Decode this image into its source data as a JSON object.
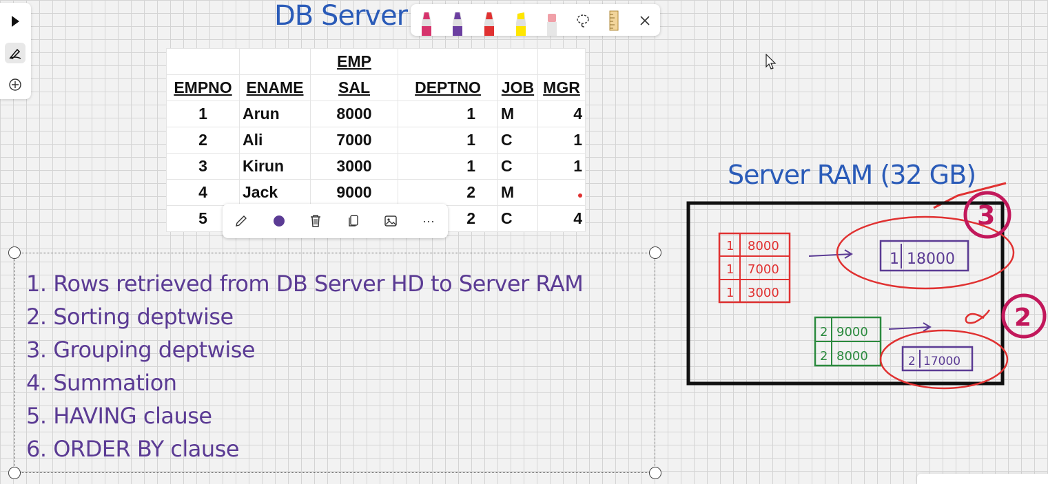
{
  "board": {
    "db_title": "DB Server",
    "ram_title": "Server RAM (32 GB)"
  },
  "toolbar": {
    "pens": [
      {
        "name": "pink-pen",
        "color": "#d6336c"
      },
      {
        "name": "purple-pen",
        "color": "#6b3fa0"
      },
      {
        "name": "red-pen",
        "color": "#e03131"
      },
      {
        "name": "highlighter",
        "color": "#ffe600"
      },
      {
        "name": "eraser",
        "color": "#f0a0a8"
      }
    ],
    "icons": [
      "lasso-icon",
      "ruler-icon",
      "close-icon"
    ]
  },
  "table": {
    "title": "EMP",
    "columns": [
      "EMPNO",
      "ENAME",
      "SAL",
      "DEPTNO",
      "JOB",
      "MGR"
    ],
    "rows": [
      [
        "1",
        "Arun",
        "8000",
        "1",
        "M",
        "4"
      ],
      [
        "2",
        "Ali",
        "7000",
        "1",
        "C",
        "1"
      ],
      [
        "3",
        "Kirun",
        "3000",
        "1",
        "C",
        "1"
      ],
      [
        "4",
        "Jack",
        "9000",
        "2",
        "M",
        ""
      ],
      [
        "5",
        "",
        "",
        "2",
        "C",
        "4"
      ]
    ]
  },
  "steps": [
    "1. Rows retrieved from DB Server HD to Server RAM",
    "2. Sorting deptwise",
    "3. Grouping deptwise",
    "4. Summation",
    "5. HAVING clause",
    "6. ORDER BY clause"
  ],
  "ram": {
    "group1": {
      "rows": [
        [
          "1",
          "8000"
        ],
        [
          "1",
          "7000"
        ],
        [
          "1",
          "3000"
        ]
      ],
      "result_dept": "1",
      "result_sum": "18000"
    },
    "group2": {
      "rows": [
        [
          "2",
          "9000"
        ],
        [
          "2",
          "8000"
        ]
      ],
      "result_dept": "2",
      "result_sum": "17000"
    },
    "marks": {
      "circle_top": "3",
      "circle_bottom": "2"
    }
  },
  "context_menu": {
    "icons": [
      "pencil-icon",
      "color-icon",
      "delete-icon",
      "copy-icon",
      "image-icon",
      "more-icon"
    ],
    "more_label": "···",
    "color": "#5b3b94"
  }
}
